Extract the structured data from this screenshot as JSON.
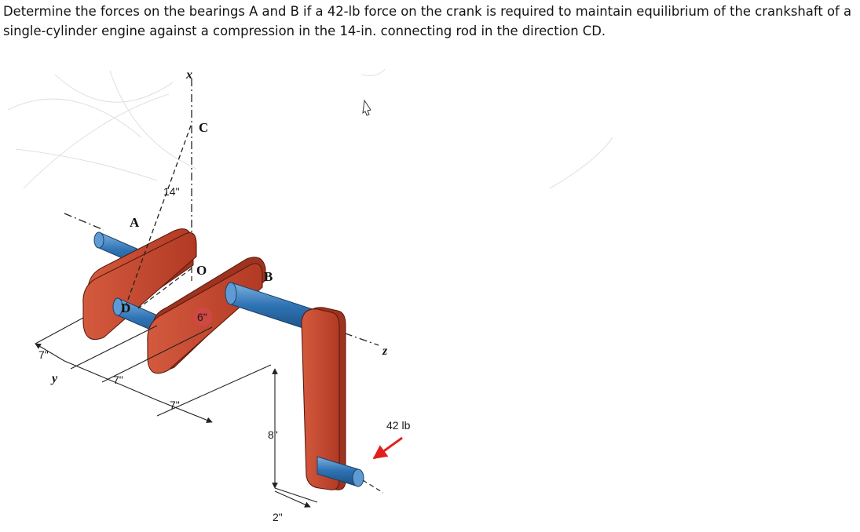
{
  "question": {
    "line1": "Determine the forces on the bearings A and B if a 42-lb force on the crank is required to maintain equilibrium of the crankshaft of a",
    "line2": "single-cylinder engine against a compression in the 14-in. connecting rod in the direction CD."
  },
  "figure": {
    "point_labels": {
      "a": "A",
      "b": "B",
      "c": "C",
      "d": "D",
      "o": "O"
    },
    "axis_labels": {
      "x": "x",
      "y": "y",
      "z": "z"
    },
    "dimensions": {
      "rod_length": "14\"",
      "crank_offset": "6\"",
      "left_span": "7\"",
      "mid_span": "7\"",
      "right_span": "7\"",
      "crank_arm": "8\"",
      "handle": "2\""
    },
    "force_label": "42 lb",
    "colors": {
      "crank_web": "#c0432c",
      "shaft": "#2f74b5",
      "force_arrow": "#e02020"
    }
  }
}
